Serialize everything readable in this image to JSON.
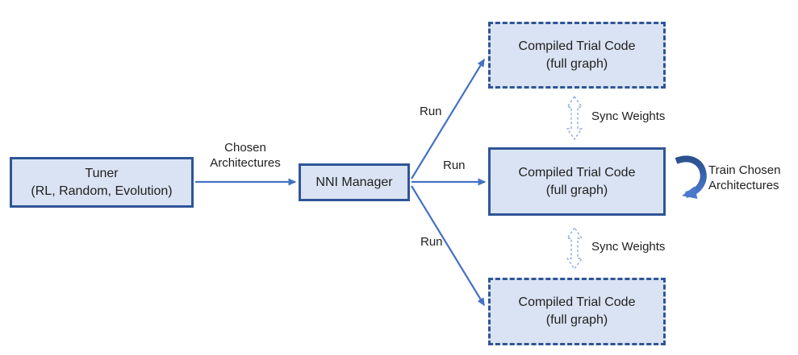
{
  "diagram": {
    "colors": {
      "box_fill": "#dae3f3",
      "box_border": "#2f5597",
      "arrow": "#4472c4",
      "sync_arrow_outline": "#8faadc",
      "curved_arrow_dark": "#2c518f",
      "curved_arrow_light": "#4b79cb",
      "text": "#1f1f1f"
    },
    "nodes": {
      "tuner": {
        "line1": "Tuner",
        "line2": "(RL, Random, Evolution)"
      },
      "nni_manager": {
        "label": "NNI Manager"
      },
      "trial_top": {
        "line1": "Compiled Trial Code",
        "line2": "(full graph)"
      },
      "trial_middle": {
        "line1": "Compiled Trial Code",
        "line2": "(full graph)"
      },
      "trial_bottom": {
        "line1": "Compiled Trial Code",
        "line2": "(full graph)"
      }
    },
    "edges": {
      "chosen_architectures": {
        "line1": "Chosen",
        "line2": "Architectures"
      },
      "run_top": {
        "label": "Run"
      },
      "run_middle": {
        "label": "Run"
      },
      "run_bottom": {
        "label": "Run"
      },
      "sync_weights_top": {
        "label": "Sync Weights"
      },
      "sync_weights_bottom": {
        "label": "Sync Weights"
      },
      "train_chosen": {
        "line1": "Train Chosen",
        "line2": "Architectures"
      }
    }
  }
}
